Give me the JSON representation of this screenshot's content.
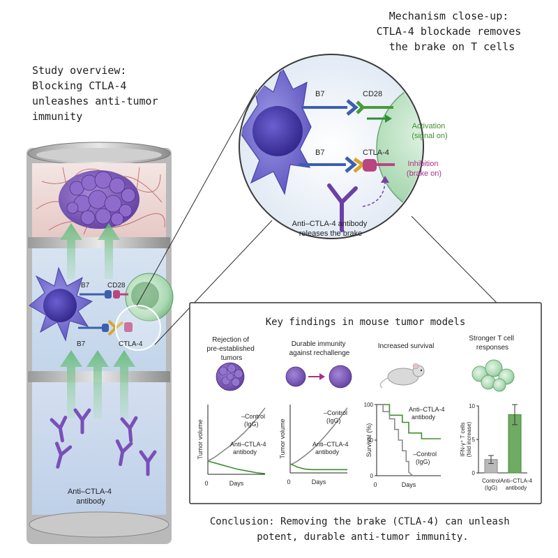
{
  "overview": {
    "title_lines": [
      "Study overview:",
      "Blocking CTLA-4",
      "unleashes anti-tumor",
      "immunity"
    ],
    "b7_top": "B7",
    "cd28": "CD28",
    "b7_bottom": "B7",
    "ctla4": "CTLA-4",
    "antibody_lines": [
      "Anti–CTLA-4",
      "antibody"
    ]
  },
  "mechanism": {
    "title_lines": [
      "Mechanism close-up:",
      "CTLA-4 blockade removes",
      "the brake on T cells"
    ],
    "b7_top": "B7",
    "cd28": "CD28",
    "activation_lines": [
      "Activation",
      "(signal on)"
    ],
    "b7_bottom": "B7",
    "ctla4": "CTLA-4",
    "inhibition_lines": [
      "Inhibition",
      "(brake on)"
    ],
    "antibody_lines": [
      "Anti–CTLA-4 antibody",
      "releases the brake"
    ]
  },
  "findings": {
    "title": "Key findings in mouse tumor models",
    "panels": [
      {
        "heading_lines": [
          "Rejection of",
          "pre-established",
          "tumors"
        ]
      },
      {
        "heading_lines": [
          "Durable immunity",
          "against rechallenge"
        ]
      },
      {
        "heading_lines": [
          "Increased survival"
        ]
      },
      {
        "heading_lines": [
          "Stronger T cell",
          "responses"
        ]
      }
    ]
  },
  "conclusion": {
    "lines": [
      "Conclusion: Removing the brake (CTLA-4) can unleash",
      "potent, durable anti-tumor immunity."
    ]
  },
  "colors": {
    "control": "#8a8a8a",
    "antibody": "#3f8f2e",
    "inhibition": "#a83285",
    "activation": "#3f8f2e",
    "dendritic_cell": "#6a63c8",
    "t_cell": "#7fc38a",
    "tumor": "#7b55b8"
  },
  "chart_data": [
    {
      "type": "line",
      "xlabel": "Days",
      "ylabel": "Tumor volume",
      "x_tick_labels": [
        "0"
      ],
      "series": [
        {
          "name": "Control (IgG)",
          "x": [
            0,
            1,
            2,
            3,
            4,
            5,
            6,
            7,
            8
          ],
          "y": [
            0.2,
            0.26,
            0.34,
            0.42,
            0.52,
            0.62,
            0.73,
            0.86,
            1.0
          ]
        },
        {
          "name": "Anti–CTLA-4 antibody",
          "x": [
            0,
            1,
            2,
            3,
            4,
            5,
            6,
            7,
            8
          ],
          "y": [
            0.2,
            0.17,
            0.14,
            0.11,
            0.08,
            0.06,
            0.04,
            0.02,
            0.01
          ]
        }
      ],
      "xlim": [
        0,
        8
      ],
      "ylim": [
        0,
        1.05
      ]
    },
    {
      "type": "line",
      "xlabel": "Days",
      "ylabel": "Tumor volume",
      "x_tick_labels": [
        "0"
      ],
      "series": [
        {
          "name": "Control (IgG)",
          "x": [
            0,
            1,
            2,
            3,
            4,
            5,
            6,
            7,
            8
          ],
          "y": [
            0.12,
            0.18,
            0.26,
            0.35,
            0.46,
            0.58,
            0.71,
            0.85,
            1.0
          ]
        },
        {
          "name": "Anti–CTLA-4 antibody",
          "x": [
            0,
            1,
            2,
            3,
            4,
            5,
            6,
            7,
            8
          ],
          "y": [
            0.14,
            0.09,
            0.06,
            0.05,
            0.05,
            0.05,
            0.05,
            0.05,
            0.05
          ]
        }
      ],
      "xlim": [
        0,
        8
      ],
      "ylim": [
        0,
        1.05
      ]
    },
    {
      "type": "line",
      "xlabel": "Days",
      "ylabel": "Survival (%)",
      "x_tick_labels": [
        "0"
      ],
      "y_ticks": [
        0,
        50,
        100
      ],
      "series": [
        {
          "name": "Anti–CTLA-4 antibody",
          "x": [
            0,
            2,
            2,
            4,
            4,
            5,
            5,
            7,
            7,
            10
          ],
          "y": [
            100,
            100,
            85,
            85,
            75,
            75,
            60,
            60,
            52,
            52
          ]
        },
        {
          "name": "Control (IgG)",
          "x": [
            0,
            1,
            1,
            2,
            2,
            2.8,
            2.8,
            3.4,
            3.4,
            4,
            4,
            4.6,
            4.6,
            5,
            5,
            5.6
          ],
          "y": [
            100,
            100,
            90,
            90,
            80,
            80,
            65,
            65,
            50,
            50,
            35,
            35,
            20,
            20,
            5,
            0
          ]
        }
      ],
      "xlim": [
        0,
        10
      ],
      "ylim": [
        0,
        100
      ]
    },
    {
      "type": "bar",
      "ylabel": "IFN-γ⁺ T cells (fold increase)",
      "categories": [
        "Control (IgG)",
        "Anti–CTLA-4 antibody"
      ],
      "values": [
        2,
        8.7
      ],
      "errors": [
        0.6,
        1.5
      ],
      "y_ticks": [
        0,
        5,
        10
      ],
      "ylim": [
        0,
        10
      ]
    }
  ]
}
